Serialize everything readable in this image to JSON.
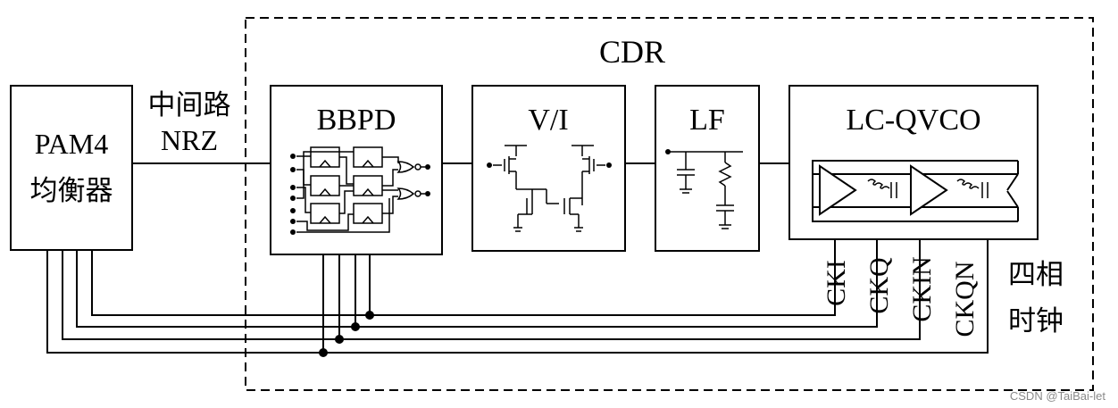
{
  "cdr_label": "CDR",
  "equalizer": {
    "line1": "PAM4",
    "line2": "均衡器"
  },
  "link": {
    "line1": "中间路",
    "line2": "NRZ"
  },
  "blocks": {
    "bbpd": "BBPD",
    "vi": "V/I",
    "lf": "LF",
    "vco": "LC-QVCO"
  },
  "clocks": [
    "CKI",
    "CKQ",
    "CKIN",
    "CKQN"
  ],
  "four_phase_clock": {
    "line1": "四相",
    "line2": "时钟"
  },
  "watermark": "CSDN @TaiBai-let"
}
